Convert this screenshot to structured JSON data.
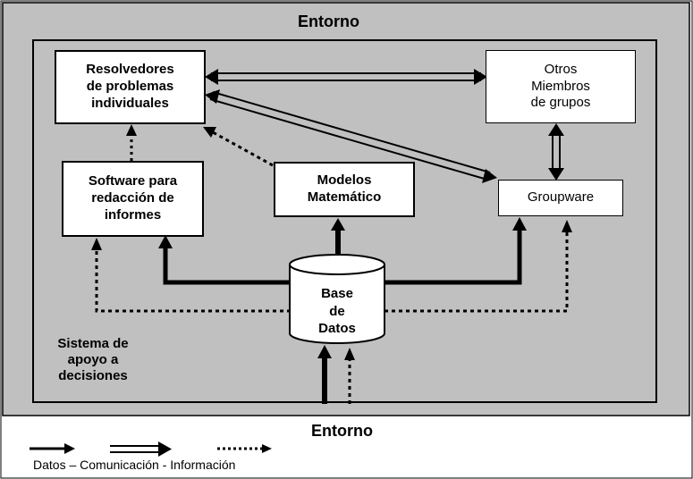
{
  "diagram": {
    "environment_top": "Entorno",
    "environment_bottom": "Entorno",
    "system_label": "Sistema de\napoyo a\ndecisiones",
    "nodes": {
      "resolvers": "Resolvedores\nde problemas\nindividuales",
      "members": "Otros\nMiembros\nde grupos",
      "software": "Software para\nredacción de\ninformes",
      "models": "Modelos\nMatemático",
      "groupware": "Groupware",
      "database": "Base\nde\nDatos"
    },
    "legend": {
      "text": "Datos – Comunicación - Información"
    }
  }
}
